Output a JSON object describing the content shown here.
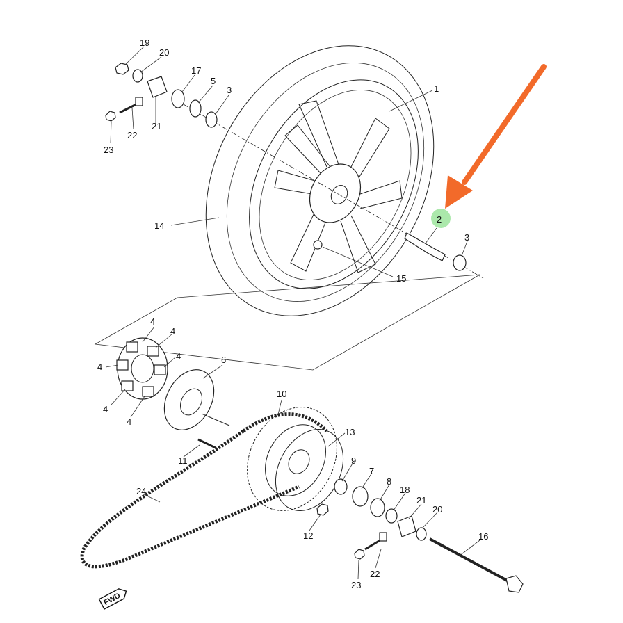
{
  "diagram": {
    "callouts": [
      {
        "id": "c19",
        "text": "19"
      },
      {
        "id": "c20a",
        "text": "20"
      },
      {
        "id": "c17",
        "text": "17"
      },
      {
        "id": "c5",
        "text": "5"
      },
      {
        "id": "c3a",
        "text": "3"
      },
      {
        "id": "c1",
        "text": "1"
      },
      {
        "id": "c21a",
        "text": "21"
      },
      {
        "id": "c22a",
        "text": "22"
      },
      {
        "id": "c23a",
        "text": "23"
      },
      {
        "id": "c14",
        "text": "14"
      },
      {
        "id": "c2",
        "text": "2"
      },
      {
        "id": "c3b",
        "text": "3"
      },
      {
        "id": "c15",
        "text": "15"
      },
      {
        "id": "c4a",
        "text": "4"
      },
      {
        "id": "c4b",
        "text": "4"
      },
      {
        "id": "c4c",
        "text": "4"
      },
      {
        "id": "c4d",
        "text": "4"
      },
      {
        "id": "c4e",
        "text": "4"
      },
      {
        "id": "c4f",
        "text": "4"
      },
      {
        "id": "c6",
        "text": "6"
      },
      {
        "id": "c10",
        "text": "10"
      },
      {
        "id": "c13",
        "text": "13"
      },
      {
        "id": "c11",
        "text": "11"
      },
      {
        "id": "c9",
        "text": "9"
      },
      {
        "id": "c7",
        "text": "7"
      },
      {
        "id": "c8",
        "text": "8"
      },
      {
        "id": "c18",
        "text": "18"
      },
      {
        "id": "c21b",
        "text": "21"
      },
      {
        "id": "c20b",
        "text": "20"
      },
      {
        "id": "c16",
        "text": "16"
      },
      {
        "id": "c24",
        "text": "24"
      },
      {
        "id": "c12",
        "text": "12"
      },
      {
        "id": "c22b",
        "text": "22"
      },
      {
        "id": "c23b",
        "text": "23"
      }
    ],
    "fwd_marker": "FWD",
    "highlight_color": "#8fe08f",
    "arrow_color": "#f26a2a"
  }
}
